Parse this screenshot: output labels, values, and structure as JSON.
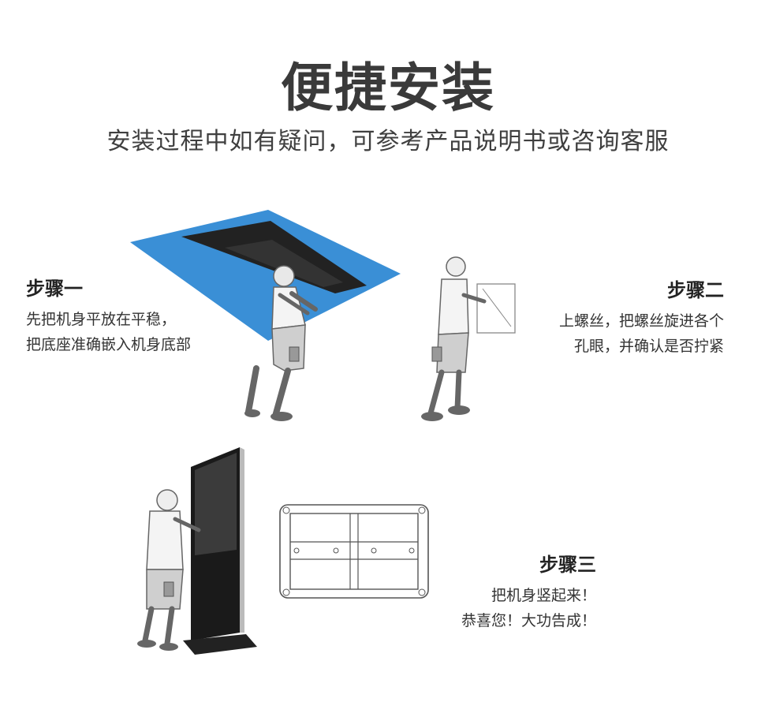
{
  "header": {
    "title": "便捷安装",
    "subtitle": "安装过程中如有疑问，可参考产品说明书或咨询客服"
  },
  "steps": [
    {
      "title": "步骤一",
      "lines": [
        "先把机身平放在平稳，",
        "把底座准确嵌入机身底部"
      ]
    },
    {
      "title": "步骤二",
      "lines": [
        "上螺丝，把螺丝旋进各个",
        "孔眼，并确认是否拧紧"
      ]
    },
    {
      "title": "步骤三",
      "lines": [
        "把机身竖起来！",
        "恭喜您！大功告成！"
      ]
    }
  ],
  "colors": {
    "mat": "#3a8fd6",
    "screen": "#1a1a1a",
    "ink": "#555555"
  }
}
